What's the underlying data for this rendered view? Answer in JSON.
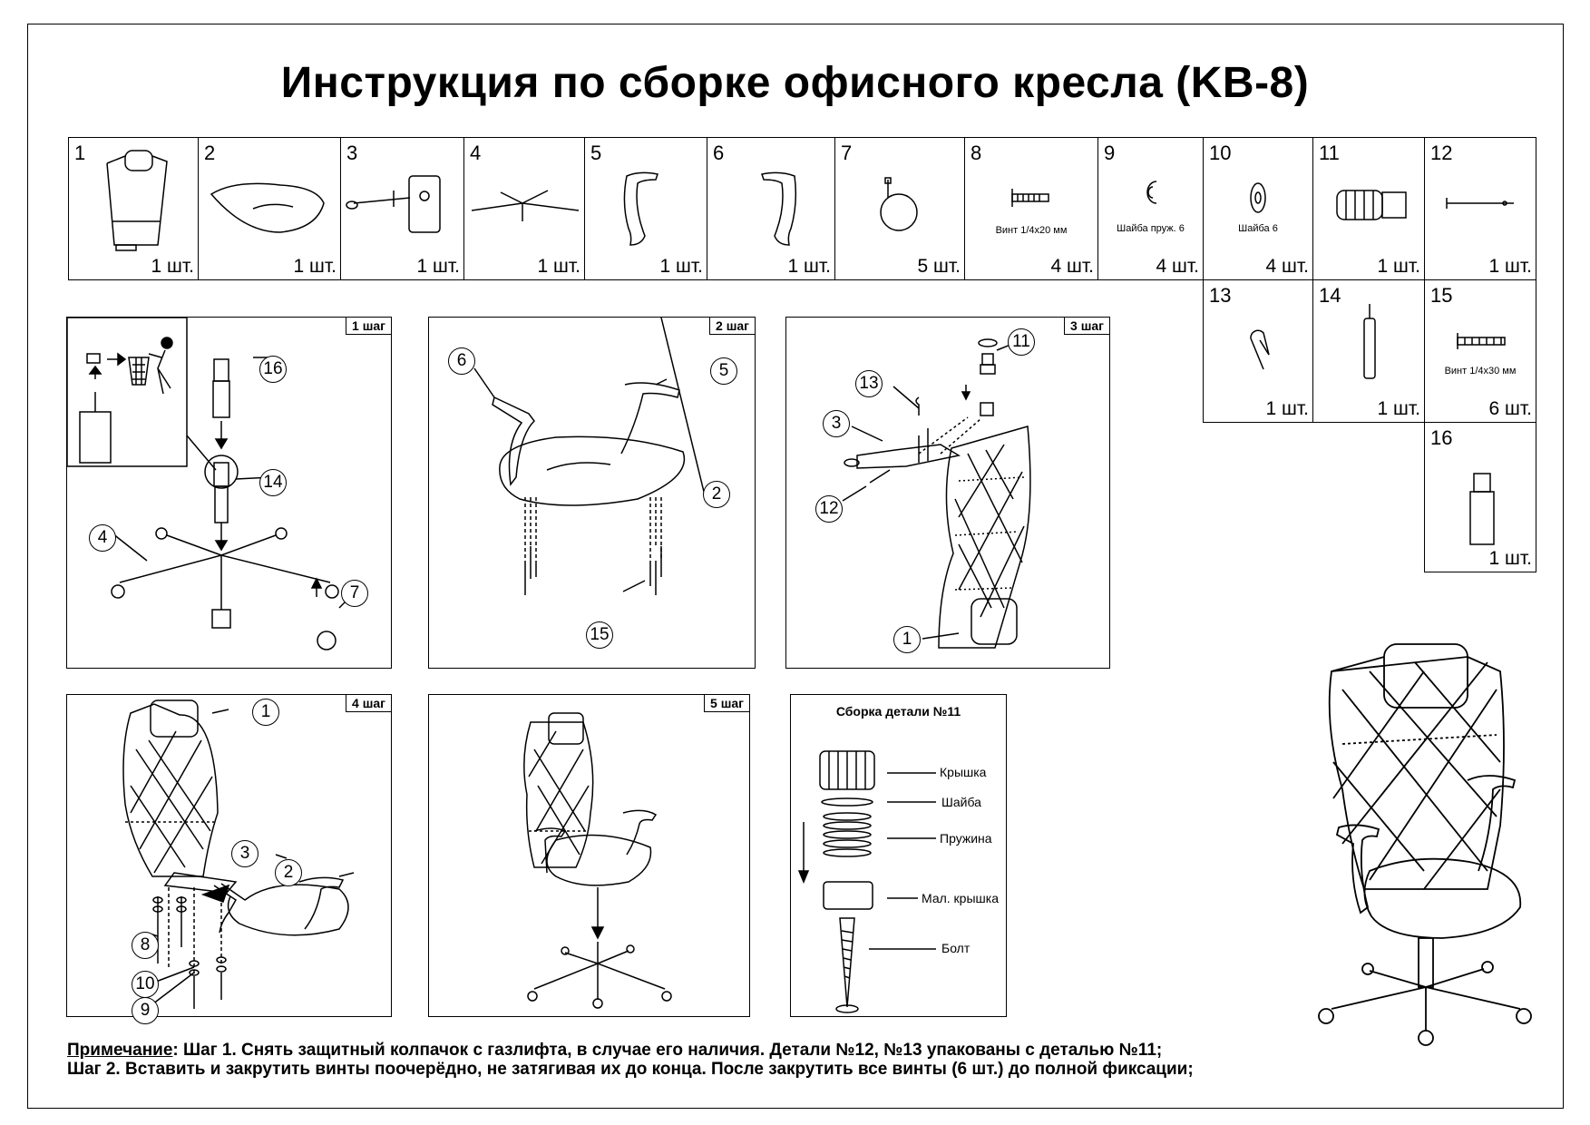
{
  "title": "Инструкция по сборке офисного кресла (KB-8)",
  "parts": [
    {
      "num": "1",
      "qty": "1 шт.",
      "icon": "backrest-icon"
    },
    {
      "num": "2",
      "qty": "1 шт.",
      "icon": "seat-icon"
    },
    {
      "num": "3",
      "qty": "1 шт.",
      "icon": "mechanism-icon"
    },
    {
      "num": "4",
      "qty": "1 шт.",
      "icon": "base-icon"
    },
    {
      "num": "5",
      "qty": "1 шт.",
      "icon": "armrest-right-icon"
    },
    {
      "num": "6",
      "qty": "1 шт.",
      "icon": "armrest-left-icon"
    },
    {
      "num": "7",
      "qty": "5 шт.",
      "icon": "caster-icon"
    },
    {
      "num": "8",
      "qty": "4 шт.",
      "caption": "Винт 1/4x20 мм",
      "icon": "screw-icon"
    },
    {
      "num": "9",
      "qty": "4 шт.",
      "caption": "Шайба пруж. 6",
      "icon": "spring-washer-icon"
    },
    {
      "num": "10",
      "qty": "4 шт.",
      "caption": "Шайба  6",
      "icon": "washer-icon"
    },
    {
      "num": "11",
      "qty": "1 шт.",
      "icon": "knob-icon"
    },
    {
      "num": "12",
      "qty": "1 шт.",
      "icon": "pin-icon"
    },
    {
      "num": "13",
      "qty": "1 шт.",
      "icon": "clip-icon"
    },
    {
      "num": "14",
      "qty": "1 шт.",
      "icon": "gas-lift-icon"
    },
    {
      "num": "15",
      "qty": "6 шт.",
      "caption": "Винт 1/4x30 мм",
      "icon": "screw-icon"
    },
    {
      "num": "16",
      "qty": "1 шт.",
      "icon": "cover-icon"
    }
  ],
  "steps": {
    "step1": {
      "label": "1 шаг",
      "callouts": [
        "16",
        "14",
        "4",
        "7"
      ]
    },
    "step2": {
      "label": "2 шаг",
      "callouts": [
        "6",
        "5",
        "2",
        "15"
      ]
    },
    "step3": {
      "label": "3 шаг",
      "callouts": [
        "11",
        "13",
        "3",
        "12",
        "1"
      ]
    },
    "step4": {
      "label": "4 шаг",
      "callouts": [
        "1",
        "3",
        "2",
        "8",
        "10",
        "9"
      ]
    },
    "step5": {
      "label": "5 шаг"
    }
  },
  "assembly11": {
    "title": "Сборка детали №11",
    "labels": [
      "Крышка",
      "Шайба",
      "Пружина",
      "Мал. крышка",
      "Болт"
    ]
  },
  "note": {
    "prefix": "Примечание",
    "line1": ": Шаг 1. Снять защитный колпачок с газлифта, в случае его наличия. Детали №12, №13 упакованы с деталью №11;",
    "line2": "Шаг 2. Вставить и закрутить винты поочерёдно, не затягивая их до конца. После закрутить все винты (6 шт.) до полной фиксации;"
  }
}
